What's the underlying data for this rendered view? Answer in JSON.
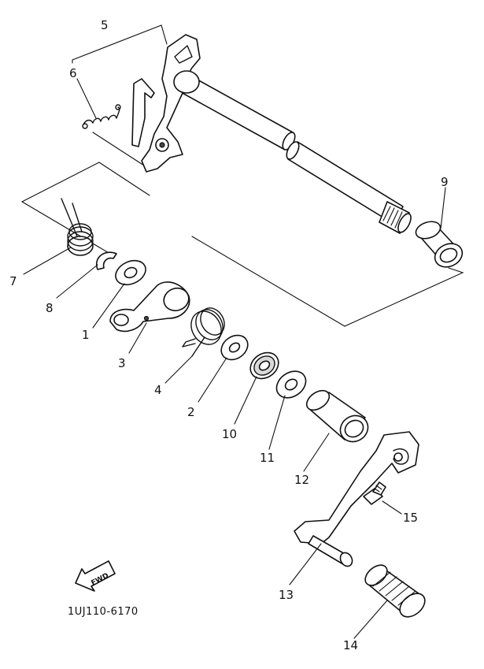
{
  "diagram": {
    "part_numbers": [
      "1",
      "2",
      "3",
      "4",
      "5",
      "6",
      "7",
      "8",
      "9",
      "10",
      "11",
      "12",
      "13",
      "14",
      "15"
    ],
    "fwd_label": "FWD",
    "code": "1UJ110-6170"
  }
}
